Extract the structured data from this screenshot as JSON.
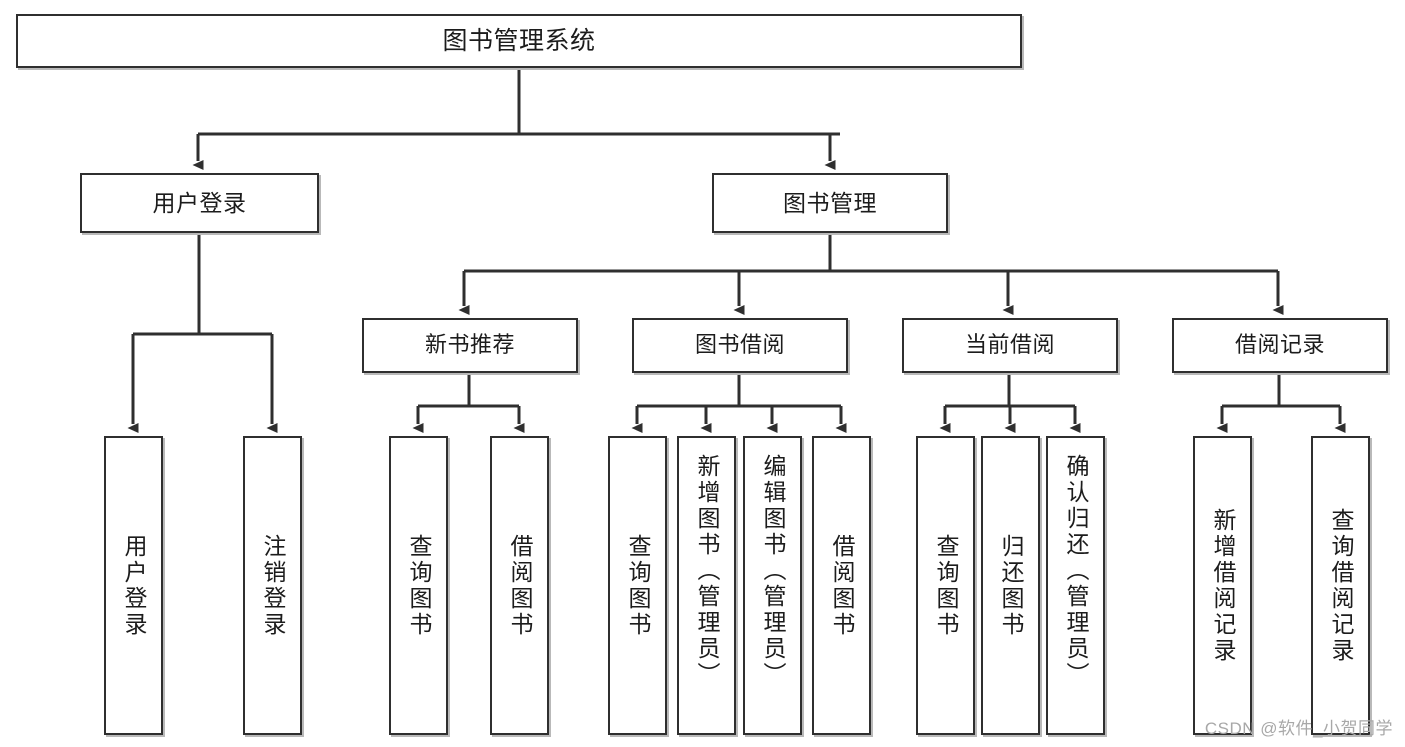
{
  "diagram": {
    "title": "图书管理系统",
    "type": "tree-hierarchy",
    "watermark": "CSDN @软件_小贺同学",
    "colors": {
      "border": "#2f2f2f",
      "background": "#ffffff",
      "text": "#1c1c1c",
      "watermark": "#a8a8a8"
    }
  },
  "nodes": {
    "root": {
      "label": "图书管理系统"
    },
    "level1": [
      {
        "id": "user-login",
        "label": "用户登录"
      },
      {
        "id": "book-management",
        "label": "图书管理"
      }
    ],
    "level2": [
      {
        "id": "new-book-recommend",
        "label": "新书推荐"
      },
      {
        "id": "book-borrow",
        "label": "图书借阅"
      },
      {
        "id": "current-borrow",
        "label": "当前借阅"
      },
      {
        "id": "borrow-record",
        "label": "借阅记录"
      }
    ],
    "leaves": {
      "user_login": [
        {
          "id": "leaf-user-login",
          "label": "用户登录"
        },
        {
          "id": "leaf-user-logout",
          "label": "注销登录"
        }
      ],
      "new_book_recommend": [
        {
          "id": "leaf-query-book-1",
          "label": "查询图书"
        },
        {
          "id": "leaf-borrow-book-1",
          "label": "借阅图书"
        }
      ],
      "book_borrow": [
        {
          "id": "leaf-query-book-2",
          "label": "查询图书"
        },
        {
          "id": "leaf-add-book",
          "label": "新增图书（管理员）"
        },
        {
          "id": "leaf-edit-book",
          "label": "编辑图书（管理员）"
        },
        {
          "id": "leaf-borrow-book-2",
          "label": "借阅图书"
        }
      ],
      "current_borrow": [
        {
          "id": "leaf-query-book-3",
          "label": "查询图书"
        },
        {
          "id": "leaf-return-book",
          "label": "归还图书"
        },
        {
          "id": "leaf-confirm-return",
          "label": "确认归还（管理员）"
        }
      ],
      "borrow_record": [
        {
          "id": "leaf-add-record",
          "label": "新增借阅记录"
        },
        {
          "id": "leaf-query-record",
          "label": "查询借阅记录"
        }
      ]
    }
  }
}
